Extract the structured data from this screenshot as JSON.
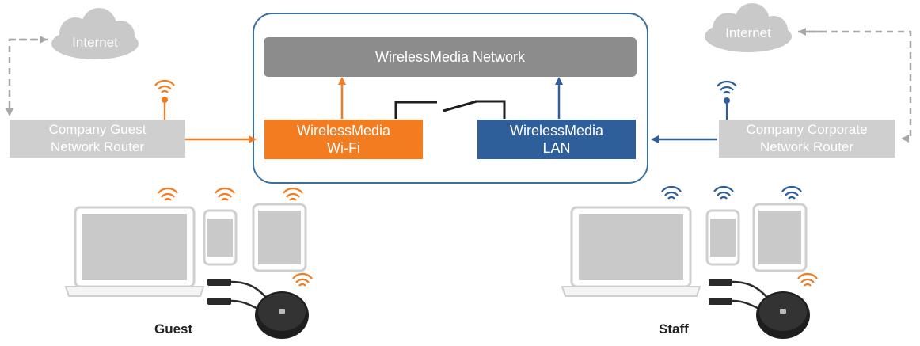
{
  "clouds": {
    "left_label": "Internet",
    "right_label": "Internet"
  },
  "routers": {
    "guest_line1": "Company Guest",
    "guest_line2": "Network Router",
    "corporate_line1": "Company Corporate",
    "corporate_line2": "Network Router"
  },
  "system": {
    "network_label": "WirelessMedia Network",
    "wifi_line1": "WirelessMedia",
    "wifi_line2": "Wi-Fi",
    "lan_line1": "WirelessMedia",
    "lan_line2": "LAN"
  },
  "users": {
    "guest_label": "Guest",
    "staff_label": "Staff"
  },
  "colors": {
    "guest_link": "#f47c20",
    "staff_link": "#2e5f9a",
    "router_fill": "#cfcfcf",
    "network_fill": "#8c8c8c",
    "frame": "#3a6f9e",
    "internet_link": "#a8a8a8"
  }
}
